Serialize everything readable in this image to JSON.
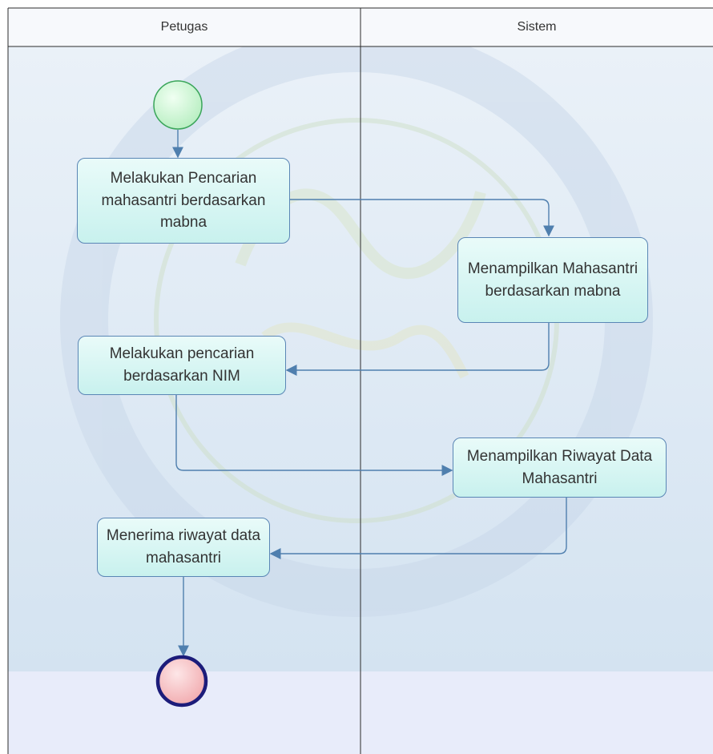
{
  "lanes": [
    {
      "label": "Petugas"
    },
    {
      "label": "Sistem"
    }
  ],
  "nodes": {
    "start": {
      "type": "initial"
    },
    "act1": {
      "label": "Melakukan Pencarian mahasantri berdasarkan mabna"
    },
    "act2": {
      "label": "Menampilkan Mahasantri berdasarkan mabna"
    },
    "act3": {
      "label": "Melakukan pencarian berdasarkan NIM"
    },
    "act4": {
      "label": "Menampilkan Riwayat Data Mahasantri"
    },
    "act5": {
      "label": "Menerima riwayat data mahasantri"
    },
    "end": {
      "type": "final"
    }
  },
  "flows": [
    {
      "from": "start",
      "to": "act1"
    },
    {
      "from": "act1",
      "to": "act2"
    },
    {
      "from": "act2",
      "to": "act3"
    },
    {
      "from": "act3",
      "to": "act4"
    },
    {
      "from": "act4",
      "to": "act5"
    },
    {
      "from": "act5",
      "to": "end"
    }
  ],
  "colors": {
    "lane_border": "#2b2b2b",
    "lane_fill": "#dde9f4",
    "bottom_fill": "#e8ecfa",
    "activity_border": "#5a86b5",
    "activity_fill": "#d4f5f2",
    "connector": "#4f7fae",
    "start_fill": "#c9f5cf",
    "start_border": "#3aa55a",
    "end_fill": "#f7c3c5",
    "end_border": "#1c1c7a"
  }
}
